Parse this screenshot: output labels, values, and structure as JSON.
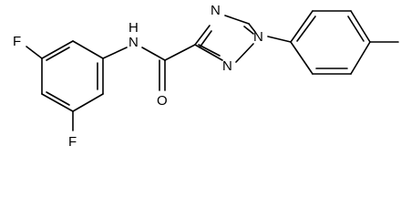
{
  "atoms": {
    "fluorine_top": "F",
    "fluorine_bottom": "F",
    "amide_nh": "N",
    "amide_h": "H",
    "carbonyl_oxygen": "O",
    "triazole_n4": "N",
    "triazole_n1": "N",
    "triazole_n2": "N"
  },
  "colors": {
    "bond": "#000000",
    "label": "#000000",
    "background": "#ffffff"
  }
}
